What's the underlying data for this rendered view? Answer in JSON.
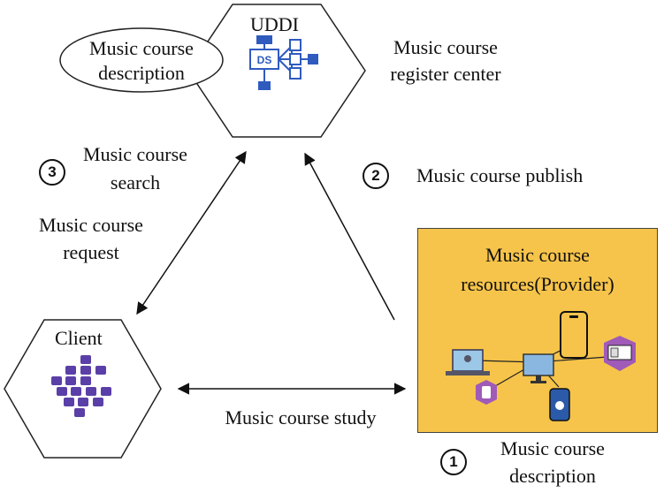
{
  "uddi": {
    "title": "UDDI",
    "description_line1": "Music course",
    "description_line2": "description",
    "register_line1": "Music course",
    "register_line2": "register center",
    "ds_label": "DS"
  },
  "steps": {
    "search": {
      "number": "3",
      "line1": "Music course",
      "line2": "search"
    },
    "publish": {
      "number": "2",
      "label": "Music course publish"
    },
    "description": {
      "number": "1",
      "line1": "Music course",
      "line2": "description"
    }
  },
  "request": {
    "line1": "Music course",
    "line2": "request"
  },
  "client": {
    "title": "Client"
  },
  "provider": {
    "line1": "Music course",
    "line2": "resources(Provider)"
  },
  "study": {
    "label": "Music course study"
  },
  "colors": {
    "provider_fill": "#f6c44a",
    "uddi_icon_blue": "#2f5bbf",
    "client_icon_purple": "#5b3fa8",
    "device_purple": "#a05ab8"
  }
}
